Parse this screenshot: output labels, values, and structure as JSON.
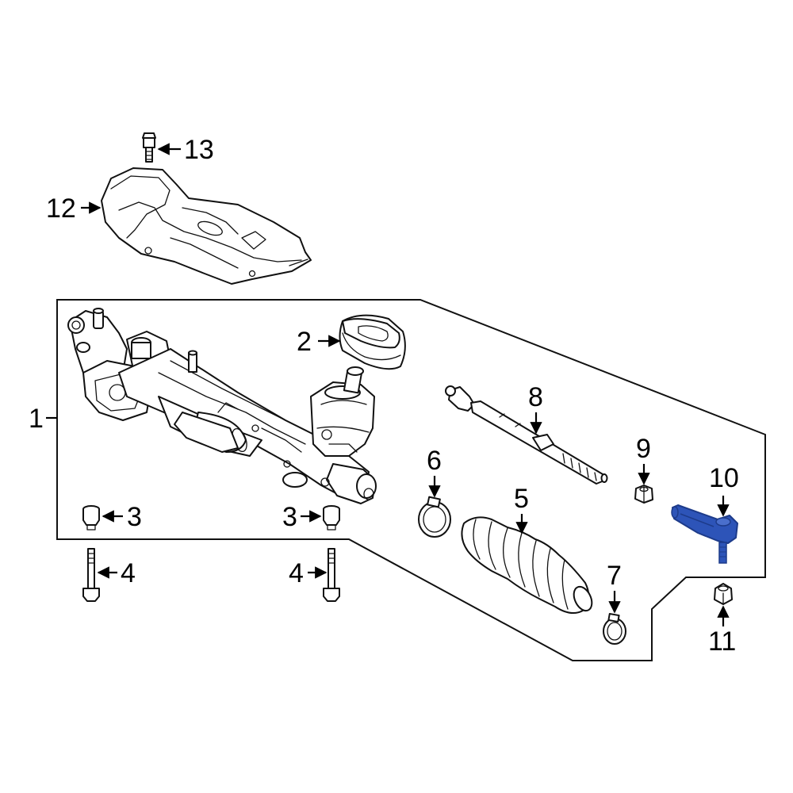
{
  "diagram": {
    "colors": {
      "line": "#111111",
      "highlight": "#2D54B8",
      "highlight_dark": "#1D3B8A",
      "background": "#FFFFFF"
    },
    "callouts": {
      "c1": "1",
      "c2": "2",
      "c3a": "3",
      "c3b": "3",
      "c4a": "4",
      "c4b": "4",
      "c5": "5",
      "c6": "6",
      "c7": "7",
      "c8": "8",
      "c9": "9",
      "c10": "10",
      "c11": "11",
      "c12": "12",
      "c13": "13"
    }
  }
}
